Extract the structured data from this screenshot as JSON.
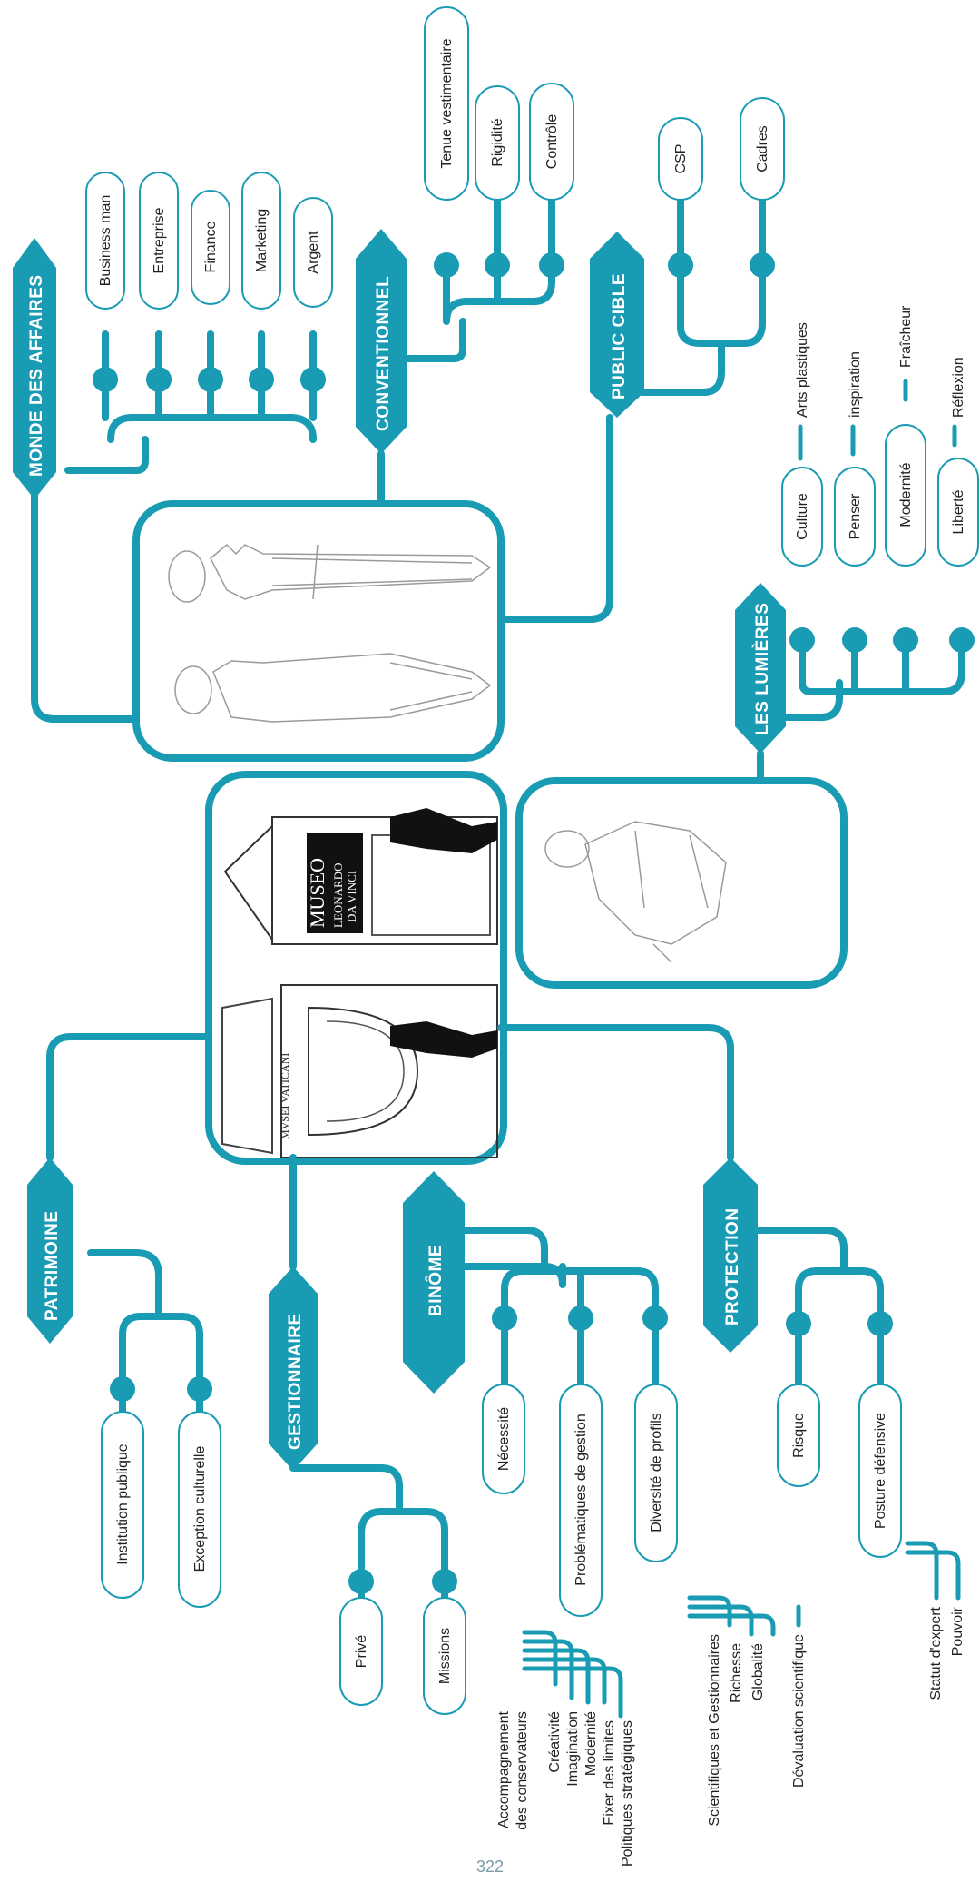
{
  "colors": {
    "teal": "#1a9bb4",
    "label_border": "#1a9bb4",
    "text": "#222222",
    "page_number": "#7a9aa6"
  },
  "page_number": "322",
  "center": {
    "museum_left": "MVSEI VATICANI",
    "museum_right": [
      "MUSEO",
      "LEONARDO",
      "DA VINCI"
    ]
  },
  "branches": {
    "monde_des_affaires": {
      "title": "MONDE DES AFFAIRES",
      "items": [
        "Business man",
        "Entreprise",
        "Finance",
        "Marketing",
        "Argent"
      ]
    },
    "conventionnel": {
      "title": "CONVENTIONNEL",
      "items": [
        "Tenue vestimentaire",
        "Rigidité",
        "Contrôle"
      ]
    },
    "public_cible": {
      "title": "PUBLIC CIBLE",
      "items": [
        "CSP",
        "Cadres"
      ]
    },
    "les_lumieres": {
      "title": "LES LUMIÈRES",
      "items": [
        "Culture",
        "Penser",
        "Modernité",
        "Liberté"
      ],
      "sub": [
        "Arts plastiques",
        "inspiration",
        "Fraîcheur",
        "Réflexion"
      ]
    },
    "patrimoine": {
      "title": "PATRIMOINE",
      "items": [
        "Institution publique",
        "Exception culturelle"
      ]
    },
    "gestionnaire": {
      "title": "GESTIONNAIRE",
      "items": [
        "Privé",
        "Missions"
      ],
      "missions_sub": [
        "Accompagnement",
        "des conservateurs",
        "Créativité",
        "Imagination",
        "Modernité",
        "Fixer des limites",
        "Politiques stratégiques"
      ]
    },
    "binome": {
      "title": "BINÔME",
      "items": [
        "Nécessité",
        "Problématiques de gestion",
        "Diversité de profils"
      ],
      "profils_sub": [
        "Scientifiques et Gestionnaires",
        "Richesse",
        "Globalité"
      ]
    },
    "protection": {
      "title": "PROTECTION",
      "items": [
        "Risque",
        "Posture défensive"
      ],
      "risque_sub": "Dévaluation scientifique",
      "posture_sub": [
        "Statut d'expert",
        "Pouvoir"
      ]
    }
  }
}
